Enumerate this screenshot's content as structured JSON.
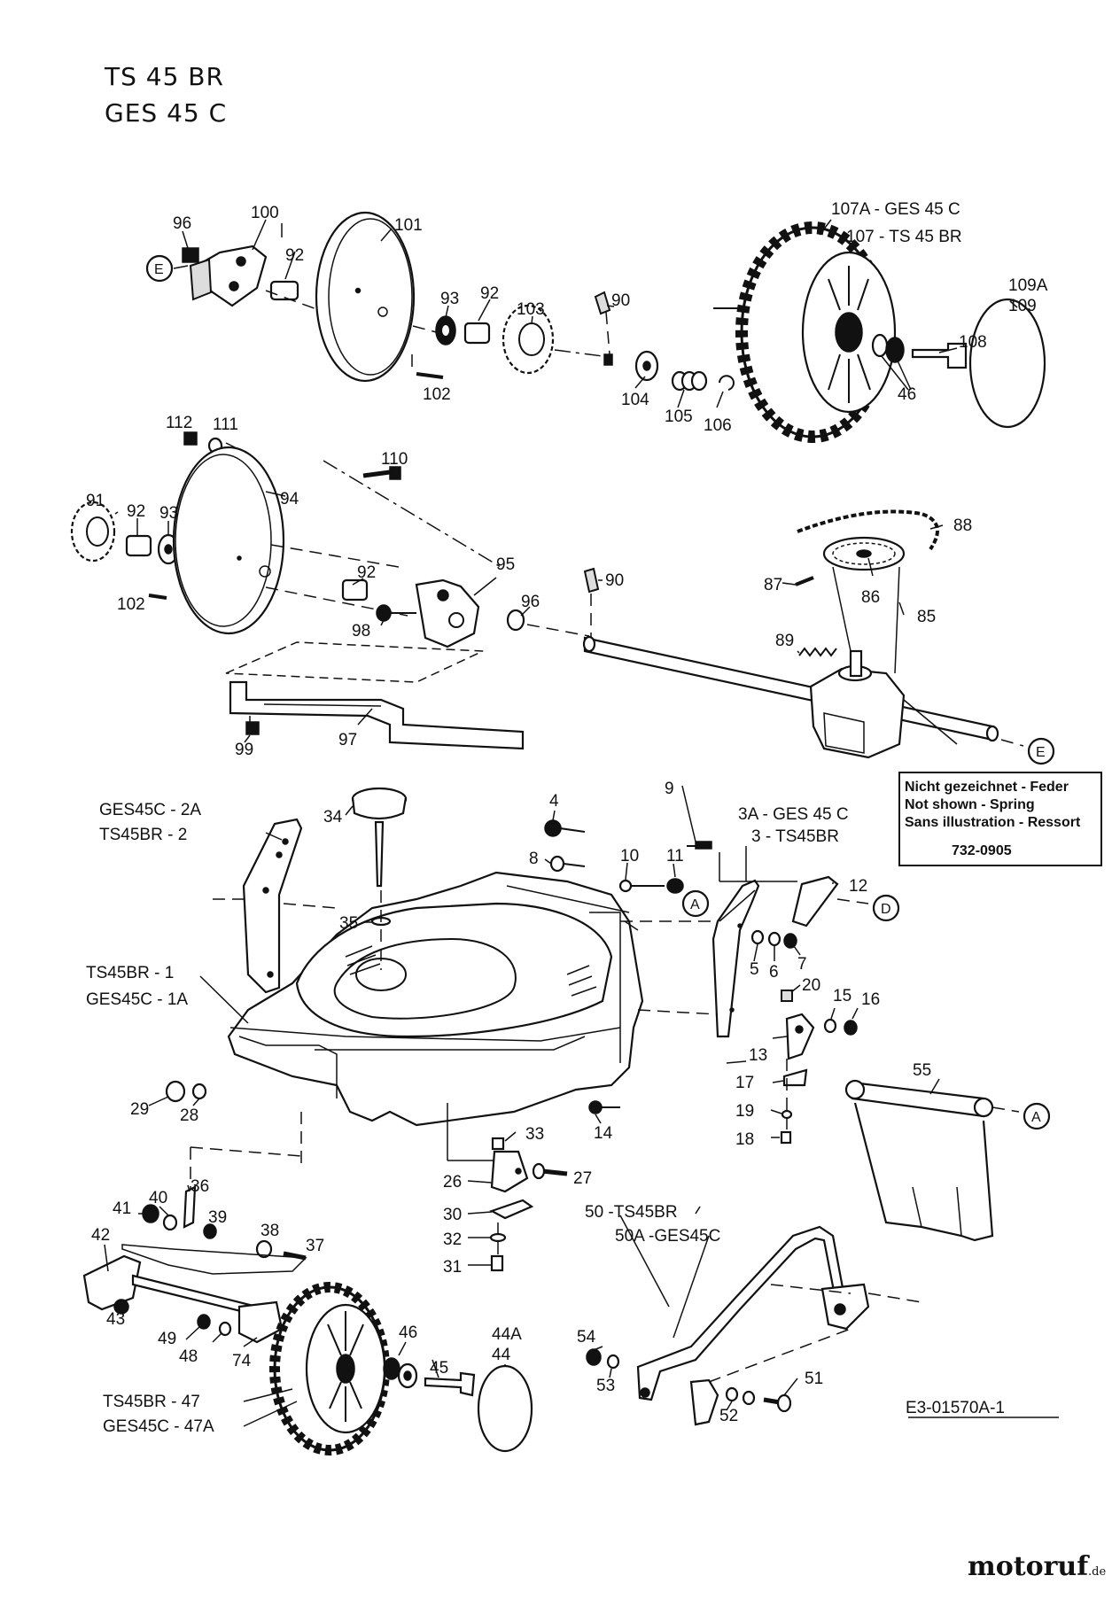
{
  "header": {
    "model_1": "TS 45 BR",
    "model_2": "GES 45 C"
  },
  "note": {
    "de": "Nicht gezeichnet - Feder",
    "en": "Not shown - Spring",
    "fr": "Sans illustration - Ressort",
    "part_number": "732-0905"
  },
  "drawing_code": "E3-01570A-1",
  "watermark": {
    "name": "motoruf",
    "tld": ".de",
    "brand_color": "#b34a1a",
    "accent_color": "#2a5aa8"
  },
  "reference_markers": [
    "A",
    "D",
    "E"
  ],
  "labels": {
    "l96a": "96",
    "l100": "100",
    "l92a": "92",
    "l101": "101",
    "l93a": "93",
    "l92b": "92",
    "l103": "103",
    "l90a": "90",
    "l102a": "102",
    "l104": "104",
    "l105": "105",
    "l106": "106",
    "l107a": "107A  - GES 45 C",
    "l107": "107  - TS 45 BR",
    "l109a": "109A",
    "l109": "109",
    "l108": "108",
    "l46a": "46",
    "l112": "112",
    "l111": "111",
    "l110": "110",
    "l91": "91",
    "l92c": "92",
    "l93b": "93",
    "l94": "94",
    "l102b": "102",
    "l92d": "92",
    "l95": "95",
    "l96b": "96",
    "l98": "98",
    "l97": "97",
    "l99": "99",
    "l90b": "90",
    "l88": "88",
    "l87": "87",
    "l86": "86",
    "l85": "85",
    "l89": "89",
    "l2a": "GES45C -    2A",
    "l2": "TS45BR -     2",
    "l34": "34",
    "l35": "35",
    "l1": "TS45BR -   1",
    "l1a": "GES45C - 1A",
    "l4": "4",
    "l8": "8",
    "l10": "10",
    "l11": "11",
    "l9": "9",
    "l3a": "3A  - GES 45 C",
    "l3": "3  - TS45BR",
    "l12": "12",
    "l5": "5",
    "l6": "6",
    "l7": "7",
    "l20": "20",
    "l15": "15",
    "l16": "16",
    "l13": "13",
    "l17": "17",
    "l19": "19",
    "l18": "18",
    "l55": "55",
    "l29": "29",
    "l28": "28",
    "l14": "14",
    "l33": "33",
    "l26": "26",
    "l27": "27",
    "l30": "30",
    "l32": "32",
    "l31": "31",
    "l36": "36",
    "l41": "41",
    "l40": "40",
    "l39": "39",
    "l38": "38",
    "l37": "37",
    "l42": "42",
    "l43": "43",
    "l49": "49",
    "l48": "48",
    "l74": "74",
    "l46b": "46",
    "l45": "45",
    "l44a": "44A",
    "l44": "44",
    "l47": "TS45BR -   47",
    "l47a": "GES45C - 47A",
    "l50": "50  -TS45BR",
    "l50a": "50A -GES45C",
    "l54": "54",
    "l53": "53",
    "l52": "52",
    "l51": "51"
  }
}
